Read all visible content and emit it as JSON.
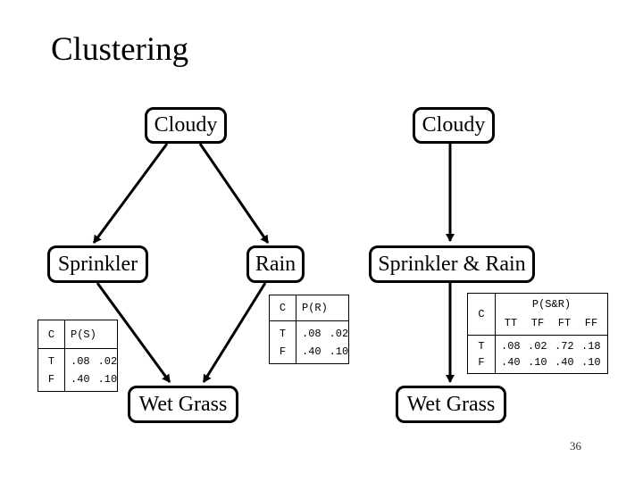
{
  "slide": {
    "title": "Clustering",
    "page_number": "36"
  },
  "left_network": {
    "cloudy": "Cloudy",
    "sprinkler": "Sprinkler",
    "rain": "Rain",
    "wet_grass": "Wet Grass",
    "sprinkler_table": {
      "corner": "C",
      "header": "P(S)",
      "rows": [
        {
          "c": "T",
          "values": [
            ".08",
            ".02"
          ]
        },
        {
          "c": "F",
          "values": [
            ".40",
            ".10"
          ]
        }
      ]
    },
    "rain_table": {
      "corner": "C",
      "header": "P(R)",
      "rows": [
        {
          "c": "T",
          "values": [
            ".08",
            ".02"
          ]
        },
        {
          "c": "F",
          "values": [
            ".40",
            ".10"
          ]
        }
      ]
    }
  },
  "right_network": {
    "cloudy": "Cloudy",
    "cluster": "Sprinkler & Rain",
    "wet_grass": "Wet Grass",
    "joint_table": {
      "title": "P(S&R)",
      "corner": "C",
      "col_headers": [
        "TT",
        "TF",
        "FT",
        "FF"
      ],
      "rows": [
        {
          "c": "T",
          "values": [
            ".08",
            ".02",
            ".72",
            ".18"
          ]
        },
        {
          "c": "F",
          "values": [
            ".40",
            ".10",
            ".40",
            ".10"
          ]
        }
      ]
    }
  }
}
